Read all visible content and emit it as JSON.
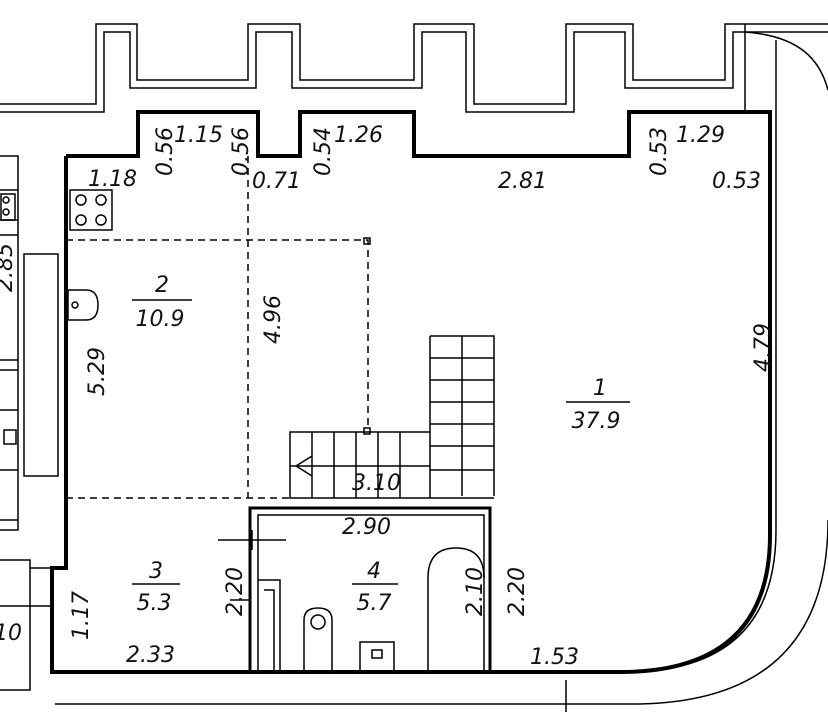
{
  "rooms": [
    {
      "number": "1",
      "area": "37.9"
    },
    {
      "number": "2",
      "area": "10.9"
    },
    {
      "number": "3",
      "area": "5.3"
    },
    {
      "number": "4",
      "area": "5.7"
    }
  ],
  "dimensions": {
    "d1_18": "1.18",
    "d0_56a": "0.56",
    "d1_15": "1.15",
    "d0_56b": "0.56",
    "d0_71": "0.71",
    "d0_54": "0.54",
    "d1_26": "1.26",
    "d2_81": "2.81",
    "d0_53a": "0.53",
    "d1_29": "1.29",
    "d0_53b": "0.53",
    "d4_79": "4.79",
    "d4_96": "4.96",
    "d5_29": "5.29",
    "d3_10": "3.10",
    "d2_90": "2.90",
    "d2_20a": "2.20",
    "d2_10": "2.10",
    "d2_20b": "2.20",
    "d1_17": "1.17",
    "d2_33": "2.33",
    "d1_53": "1.53",
    "d2_85": "2.85",
    "d10": "10"
  }
}
